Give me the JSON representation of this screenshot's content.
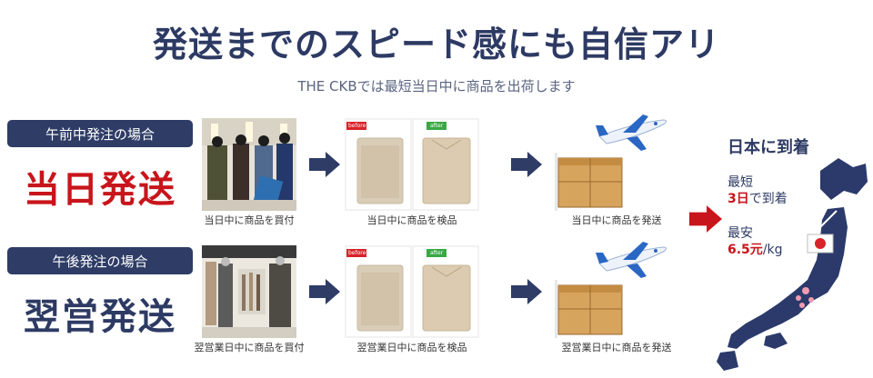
{
  "header": {
    "title": "発送までのスピード感にも自信アリ",
    "subtitle": "THE CKBでは最短当日中に商品を出荷します"
  },
  "rows": [
    {
      "badge": "午前中発注の場合",
      "label": "当日発送",
      "label_color": "#c8151b",
      "steps": [
        "当日中に商品を買付",
        "当日中に商品を検品",
        "当日中に商品を発送"
      ]
    },
    {
      "badge": "午後発注の場合",
      "label": "翌営発送",
      "label_color": "#2d3a63",
      "steps": [
        "翌営業日中に商品を買付",
        "翌営業日中に商品を検品",
        "翌営業日中に商品を発送"
      ]
    }
  ],
  "inspection": {
    "before_label": "before",
    "after_label": "after"
  },
  "japan": {
    "title": "日本に到着",
    "fastest_label": "最短",
    "fastest_value": "3日",
    "fastest_suffix": "で到着",
    "cheapest_label": "最安",
    "cheapest_value": "6.5元",
    "cheapest_suffix": "/kg"
  },
  "colors": {
    "navy": "#2e3c66",
    "red": "#c8151b",
    "map": "#2b3a6b"
  }
}
